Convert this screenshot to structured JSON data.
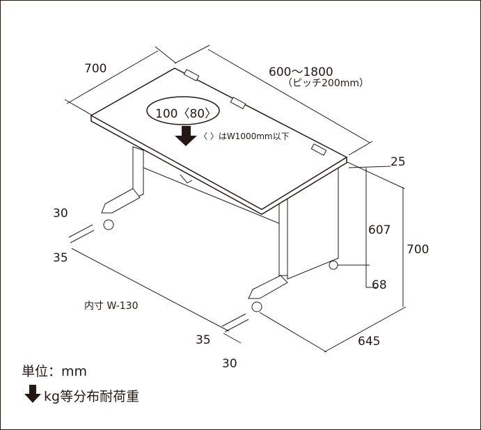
{
  "dimensions": {
    "depth": "700",
    "width_range": "600〜1800",
    "width_pitch": "（ピッチ200mm）",
    "load": "100〈80〉",
    "load_note": "〈 〉はW1000mm以下",
    "top_thickness": "25",
    "inner_height": "607",
    "total_height": "700",
    "bottom_clearance": "68",
    "leg_offset_left_top": "30",
    "leg_offset_left_bottom": "35",
    "inner_width": "内寸 W-130",
    "leg_offset_right_top": "35",
    "leg_offset_right_bottom": "30",
    "base_depth": "645"
  },
  "legend": {
    "unit": "単位：mm",
    "load_label": "kg等分布耐荷重"
  },
  "colors": {
    "line": "#231815",
    "top": "#ffffff"
  }
}
